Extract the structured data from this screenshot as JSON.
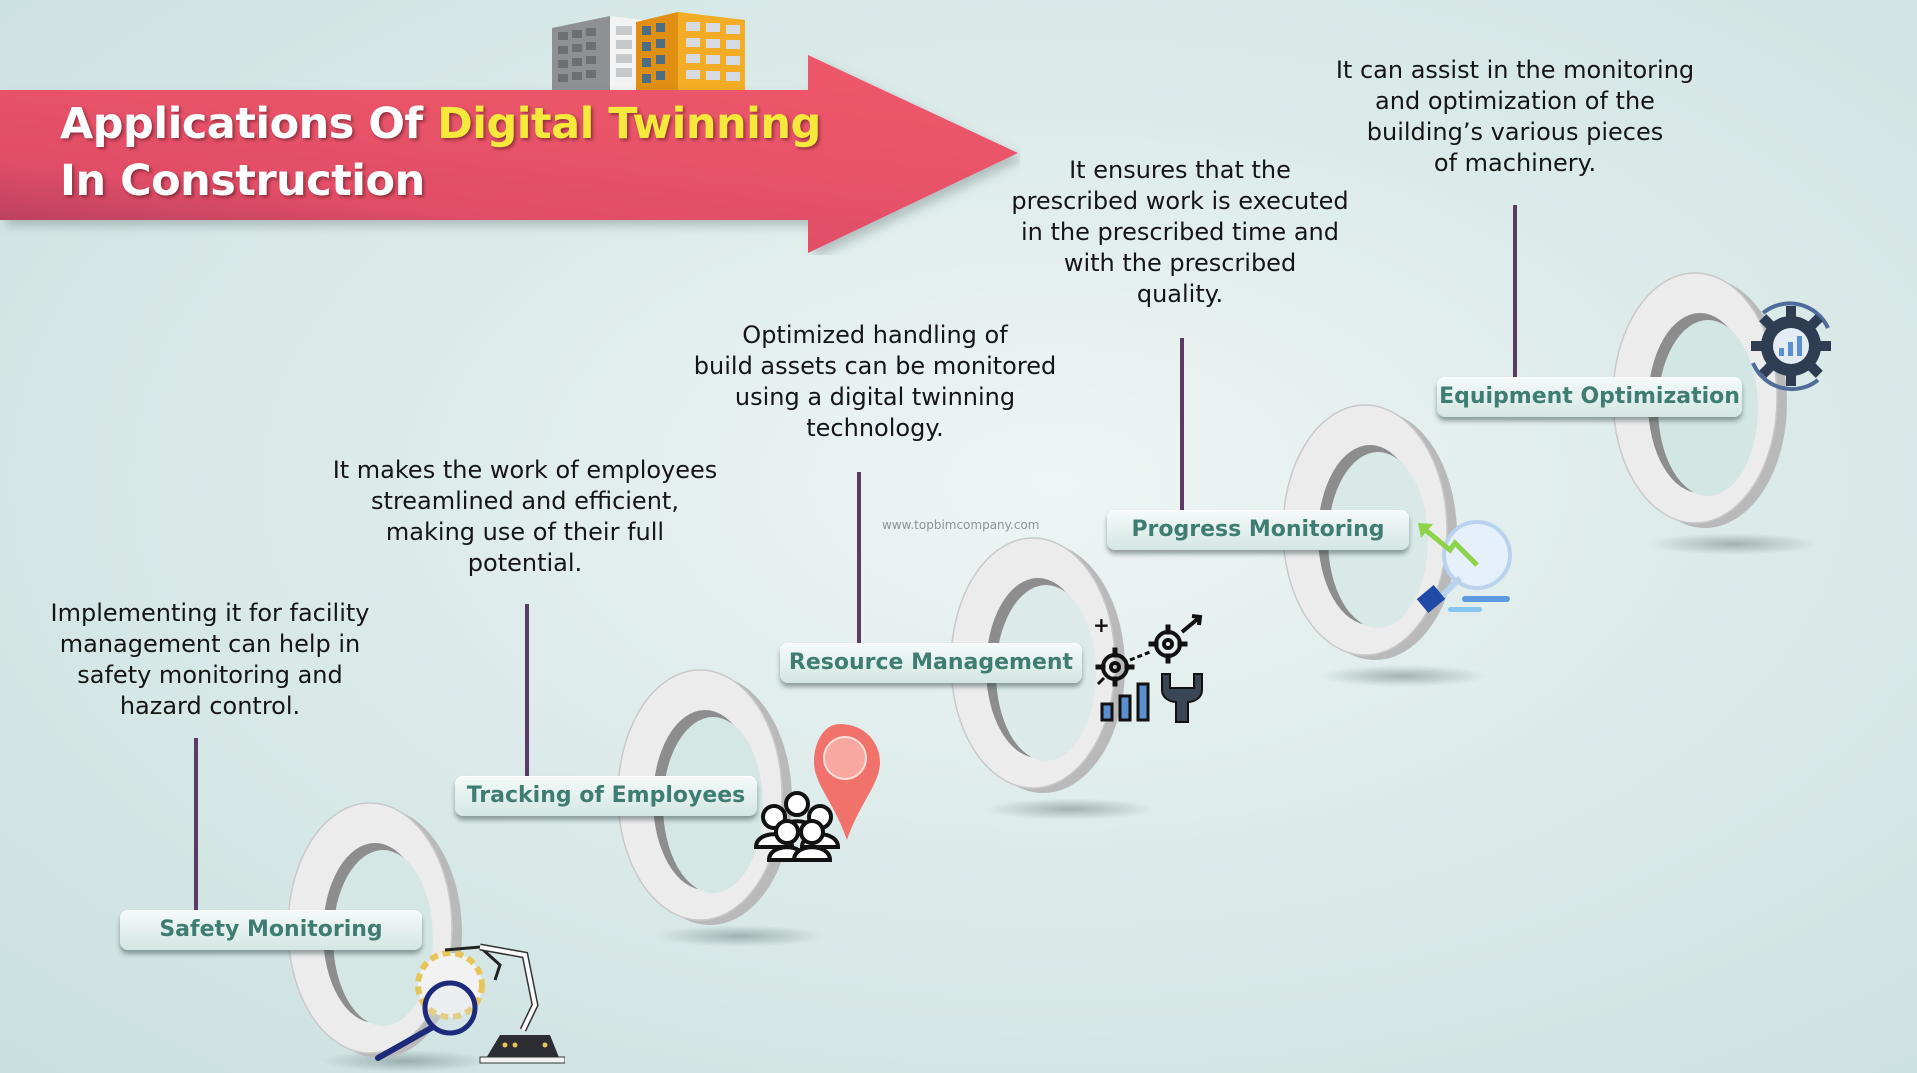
{
  "header": {
    "title_part1": "Applications Of ",
    "title_highlight": "Digital Twinning",
    "title_line2": "In Construction",
    "banner_color": "#ec5468",
    "highlight_color": "#f7e93c"
  },
  "watermark": "www.topbimcompany.com",
  "steps": [
    {
      "label": "Safety Monitoring",
      "description": "Implementing it for facility\nmanagement can help in\nsafety monitoring and\nhazard control.",
      "icon": "robot-arm-gear-magnifier-icon"
    },
    {
      "label": "Tracking of Employees",
      "description": "It makes the work of employees\nstreamlined and efficient,\nmaking use of their full\npotential.",
      "icon": "people-group-location-pin-icon"
    },
    {
      "label": "Resource Management",
      "description": "Optimized handling of\nbuild assets can be monitored\nusing a digital twinning\ntechnology.",
      "icon": "gears-chart-wrench-icon"
    },
    {
      "label": "Progress Monitoring",
      "description": "It ensures that the\nprescribed work is executed\nin the prescribed time and\nwith the prescribed\nquality.",
      "icon": "magnifier-trend-arrow-icon"
    },
    {
      "label": "Equipment Optimization",
      "description": "It can assist in the monitoring\nand optimization of the\nbuilding’s various pieces\nof machinery.",
      "icon": "gear-bar-chart-icon"
    }
  ],
  "colors": {
    "label_text": "#3f7d73",
    "stem": "#5b3a63",
    "background": "#d6e9e7"
  }
}
